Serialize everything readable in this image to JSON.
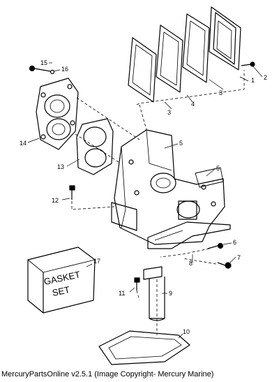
{
  "callouts": {
    "c1": "1",
    "c2": "2",
    "c3a": "3",
    "c3b": "3",
    "c4": "4",
    "c5a": "5",
    "c5b": "5",
    "c6": "6",
    "c7": "7",
    "c8": "8",
    "c9": "9",
    "c10": "10",
    "c11": "11",
    "c12": "12",
    "c13": "13",
    "c14": "14",
    "c15": "15",
    "c16": "16",
    "c17": "17"
  },
  "gasket_box": {
    "line1": "GASKET",
    "line2": "SET"
  },
  "footer": "MercuryPartsOnline v2.5.1 (Image Copyright- Mercury Marine)"
}
